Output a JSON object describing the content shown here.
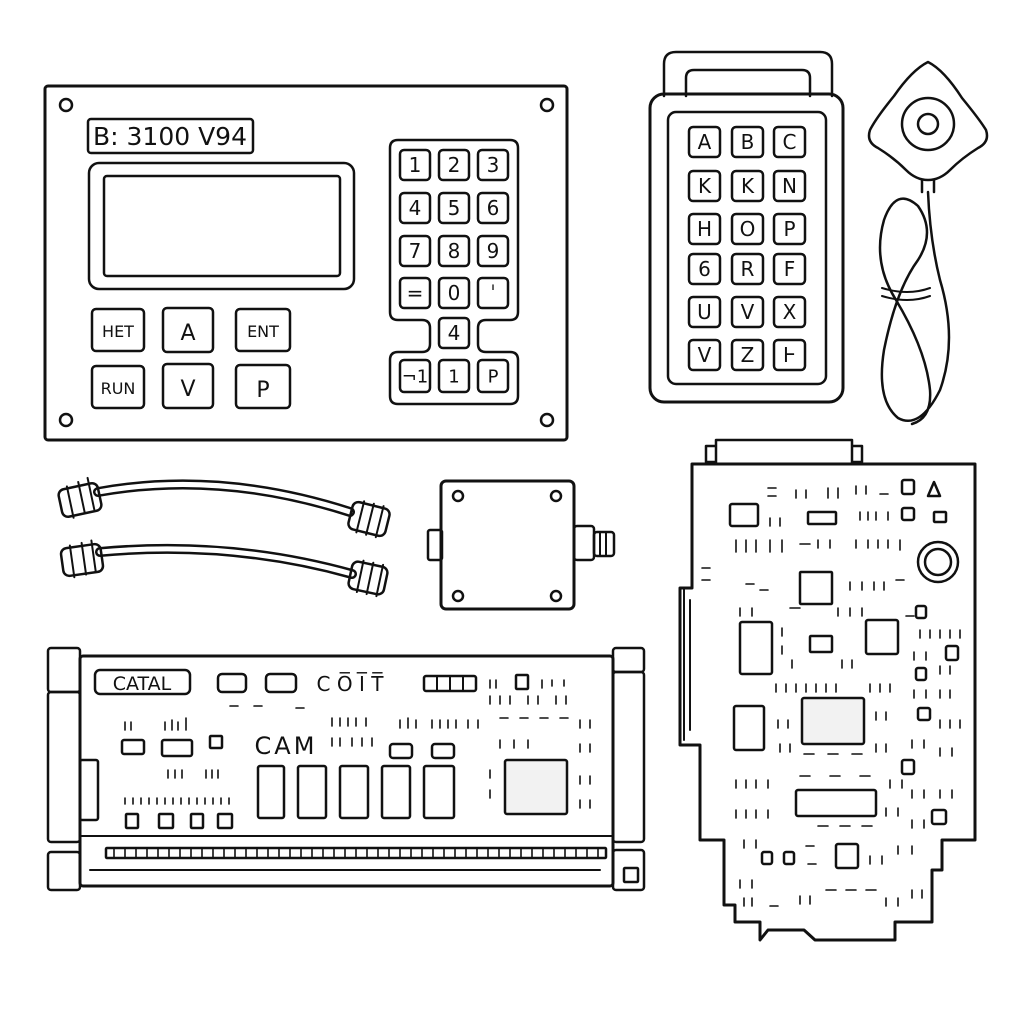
{
  "control_panel": {
    "model_label": "B: 3100 V94",
    "buttons": [
      "HET",
      "A",
      "ENT",
      "RUN",
      "V",
      "P"
    ],
    "keypad": [
      "1",
      "2",
      "3",
      "4",
      "5",
      "6",
      "7",
      "8",
      "9",
      "=",
      "0",
      "ˈ",
      "4",
      "¬1",
      "1",
      "P"
    ]
  },
  "remote": {
    "keys": [
      "A",
      "B",
      "C",
      "K",
      "K",
      "N",
      "H",
      "O",
      "P",
      "6",
      "R",
      "F",
      "U",
      "V",
      "X",
      "V",
      "Z",
      "Ⱶ"
    ]
  },
  "io_board": {
    "brand_label": "CATAL",
    "silk_label": "CAM",
    "connector_label": "C O̅ I̅ T̅"
  },
  "palette": {
    "ink": "#111111",
    "paper": "#ffffff",
    "chip_fill": "#f2f2f2"
  }
}
